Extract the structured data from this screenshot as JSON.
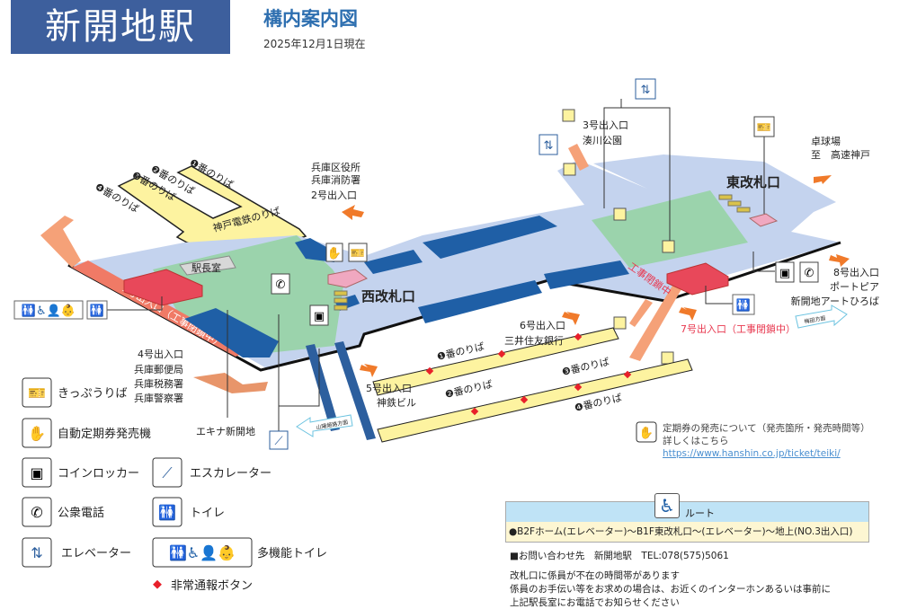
{
  "header": {
    "station_name": "新開地駅",
    "subtitle": "構内案内図",
    "date": "2025年12月1日現在"
  },
  "colors": {
    "title_bg": "#3d5f9d",
    "concourse": "#c4d3ee",
    "paid_area": "#9bd3ac",
    "platform": "#fdf3a0",
    "block": "#1f5fa6",
    "exit_arrow": "#f07a2a",
    "closed": "#e8384f"
  },
  "map": {
    "kobe_platforms": [
      "❶番のりば",
      "❷番のりば",
      "❸番のりば",
      "❹番のりば"
    ],
    "kobe_dentetsu": "神戸電鉄のりば",
    "station_master": "駅長室",
    "west_gate": "西改札口",
    "east_gate": "東改札口",
    "exit1": "1号出入口（工事閉鎖中）",
    "exit2": [
      "兵庫区役所",
      "兵庫消防署",
      "2号出入口"
    ],
    "exit3": [
      "3号出入口",
      "湊川公園"
    ],
    "exit4": [
      "4号出入口",
      "兵庫郵便局",
      "兵庫税務署",
      "兵庫警察署"
    ],
    "exit5": [
      "5号出入口",
      "神鉄ビル"
    ],
    "exit6": [
      "6号出入口",
      "三井住友銀行"
    ],
    "exit7": "7号出入口（工事閉鎖中）",
    "exit8": [
      "8号出入口",
      "ポートピア",
      "新開地アートひろば"
    ],
    "koutai": [
      "卓球場",
      "至　高速神戸"
    ],
    "construction": "工事閉鎖中",
    "ekina": "エキナ新開地",
    "lower_platforms": [
      "❶番のりば",
      "❷番のりば",
      "❸番のりば",
      "❹番のりば"
    ],
    "dir_west": "山陽姫路方面",
    "dir_east": "梅田方面"
  },
  "legend": {
    "ticket": "きっぷうりば",
    "teiki_machine": "自動定期券発売機",
    "locker": "コインロッカー",
    "escalator": "エスカレーター",
    "phone": "公衆電話",
    "toilet": "トイレ",
    "elevator": "エレベーター",
    "multi_toilet": "多機能トイレ",
    "emergency": "非常通報ボタン"
  },
  "teiki_info": {
    "line1": "定期券の発売について（発売箇所・発売時間等）",
    "line2": "詳しくはこちら",
    "url": "https://www.hanshin.co.jp/ticket/teiki/"
  },
  "route": {
    "title": "ルート",
    "text": "●B2Fホーム(エレベーター)～B1F東改札口～(エレベーター)～地上(NO.3出入口)"
  },
  "contact": {
    "line": "■お問い合わせ先　新開地駅　TEL:078(575)5061",
    "notes": [
      "改札口に係員が不在の時間帯があります",
      "係員のお手伝い等をお求めの場合は、お近くのインターホンあるいは事前に",
      "上記駅長室にお電話でお知らせください"
    ]
  }
}
